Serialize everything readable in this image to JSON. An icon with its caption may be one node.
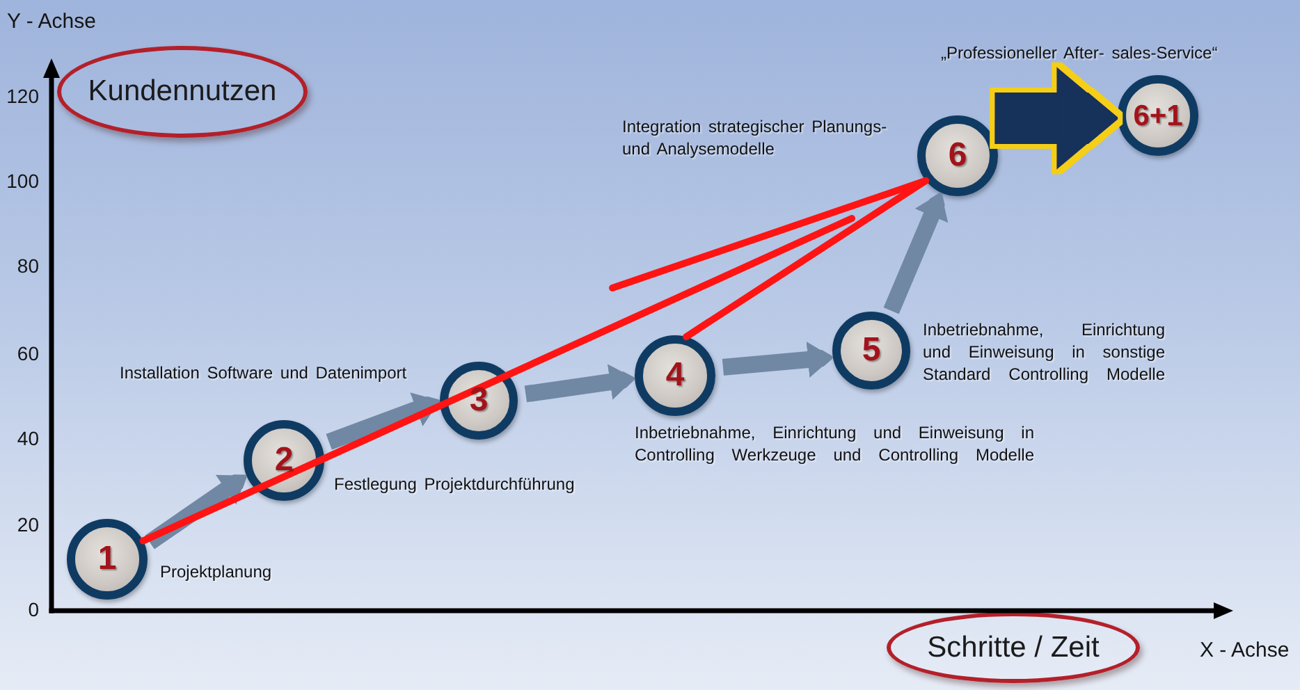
{
  "diagram": {
    "nodes": [
      {
        "text": [
          "1"
        ],
        "beside": [
          "Projektplanung"
        ]
      },
      {
        "text": [
          "2"
        ],
        "beside": [
          "Festlegung Projektdurchführung"
        ]
      },
      {
        "text": [
          "3"
        ],
        "beside": [
          "Installation Software und Datenimport"
        ]
      },
      {
        "text": [
          "4"
        ],
        "beside": [
          "Inbetriebnahme, Einrichtung und Einweisung in Controlling Werkzeuge und Controlling Modelle"
        ]
      },
      {
        "text": [
          "5"
        ],
        "beside": [
          "Inbetriebnahme, Einrichtung und Einweisung in sonstige Standard Controlling Modelle"
        ]
      },
      {
        "text": [
          "6"
        ],
        "beside": [
          "Integration strategischer Planungs- und Analysemodelle"
        ]
      },
      {
        "text": [
          "6+1"
        ],
        "beside": [
          "„Professioneller After- sales-Service“"
        ]
      },
      {
        "text": [
          "Kundennutzen"
        ]
      },
      {
        "text": [
          "Schritte / Zeit"
        ]
      }
    ],
    "edges": [
      {
        "from": 0,
        "to": 1,
        "arrow": "to"
      },
      {
        "from": 1,
        "to": 2,
        "arrow": "to"
      },
      {
        "from": 2,
        "to": 3,
        "arrow": "to"
      },
      {
        "from": 3,
        "to": 4,
        "arrow": "to"
      },
      {
        "from": 4,
        "to": 5,
        "arrow": "to"
      },
      {
        "from": 5,
        "to": 6,
        "arrow": "to",
        "style": "thick",
        "color": "#16305a"
      },
      {
        "from": 0,
        "to": null,
        "arrow": "none",
        "color": "#ff1414"
      },
      {
        "from": null,
        "to": 5,
        "arrow": "none",
        "color": "#ff1414"
      },
      {
        "from": 5,
        "to": 3,
        "arrow": "none",
        "color": "#ff1414"
      }
    ],
    "labels": [
      "Y - Achse",
      "120",
      "100",
      "80",
      "60",
      "40",
      "20",
      "0",
      "X - Achse"
    ]
  }
}
